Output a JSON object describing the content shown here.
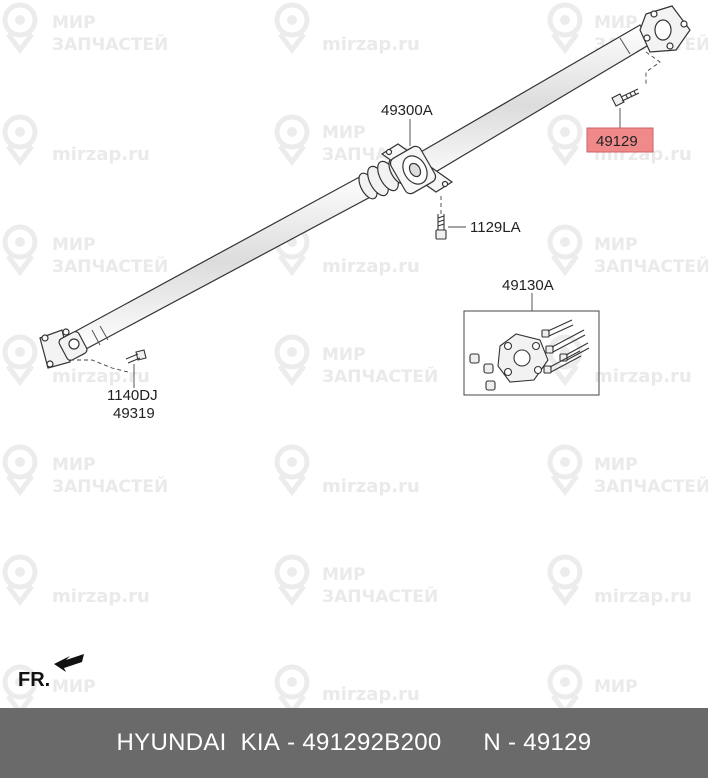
{
  "watermark": {
    "brand_line1": "МИР",
    "brand_line2": "ЗАПЧАСТЕЙ",
    "site": "mirzap.ru"
  },
  "callouts": {
    "center_bearing": "49300A",
    "flange_bolt_highlighted": "49129",
    "bearing_bolt": "1129LA",
    "coupling_kit": "49130A",
    "front_bolt_code": "1140DJ",
    "front_bolt_part": "49319"
  },
  "colors": {
    "highlight": "#f08a8a",
    "footer_bg": "#6a6a6a"
  },
  "front_indicator": "FR.",
  "footer": {
    "brand": "HYUNDAI  KIA",
    "separator": " - ",
    "part_number": "491292B200",
    "gap": "      ",
    "ref_prefix": "N - ",
    "ref_number": "49129"
  }
}
